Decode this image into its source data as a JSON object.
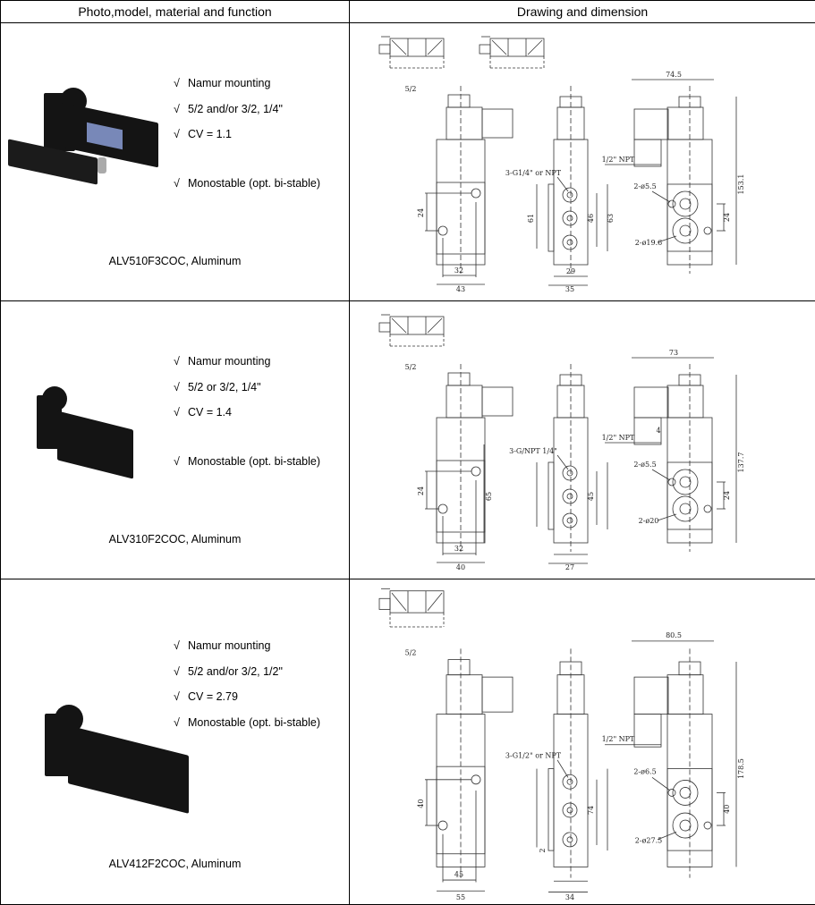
{
  "table": {
    "headers": [
      "Photo,model, material and function",
      "Drawing and dimension"
    ],
    "rows": [
      {
        "features": [
          "Namur mounting",
          "5/2 and/or 3/2, 1/4\"",
          "CV = 1.1",
          "Monostable (opt. bi-stable)"
        ],
        "model": "ALV510F3COC, Aluminum",
        "check": "√",
        "schematics": 2,
        "schematic_label": "5/2",
        "labels": {
          "left_h": "24",
          "left_w1": "32",
          "left_w2": "43",
          "mid_port": "3-G1/4\" or NPT",
          "mid_h1": "61",
          "mid_h2": "46",
          "mid_h3": "63",
          "mid_w1": "29",
          "mid_w2": "35",
          "right_w": "74.5",
          "right_npt": "1/2\" NPT",
          "right_hole": "2-ø5.5",
          "right_h": "24",
          "right_port": "2-ø19.6",
          "right_total": "153.1"
        }
      },
      {
        "features": [
          "Namur mounting",
          "5/2 or 3/2, 1/4\"",
          "CV = 1.4",
          "Monostable (opt. bi-stable)"
        ],
        "model": "ALV310F2COC, Aluminum",
        "check": "√",
        "schematics": 1,
        "schematic_label": "5/2",
        "labels": {
          "left_h": "24",
          "left_h2": "65",
          "left_w1": "32",
          "left_w2": "40",
          "mid_port": "3-G/NPT 1/4\"",
          "mid_h2": "45",
          "mid_w2": "27",
          "right_w": "73",
          "right_npt": "1/2\" NPT",
          "right_extra": "4",
          "right_hole": "2-ø5.5",
          "right_h": "24",
          "right_port": "2-ø20",
          "right_total": "137.7"
        }
      },
      {
        "features": [
          "Namur mounting",
          "5/2 and/or 3/2, 1/2\"",
          "CV = 2.79",
          "Monostable (opt. bi-stable)"
        ],
        "model": "ALV412F2COC, Aluminum",
        "check": "√",
        "schematics": 1,
        "schematic_label": "5/2",
        "labels": {
          "left_h": "40",
          "left_w1": "45",
          "left_w2": "55",
          "mid_port": "3-G1/2\" or NPT",
          "mid_h2": "74",
          "mid_small": "2",
          "mid_w2": "34",
          "right_w": "80.5",
          "right_npt": "1/2\" NPT",
          "right_hole": "2-ø6.5",
          "right_h": "40",
          "right_port": "2-ø27.5",
          "right_total": "178.5"
        }
      }
    ]
  }
}
